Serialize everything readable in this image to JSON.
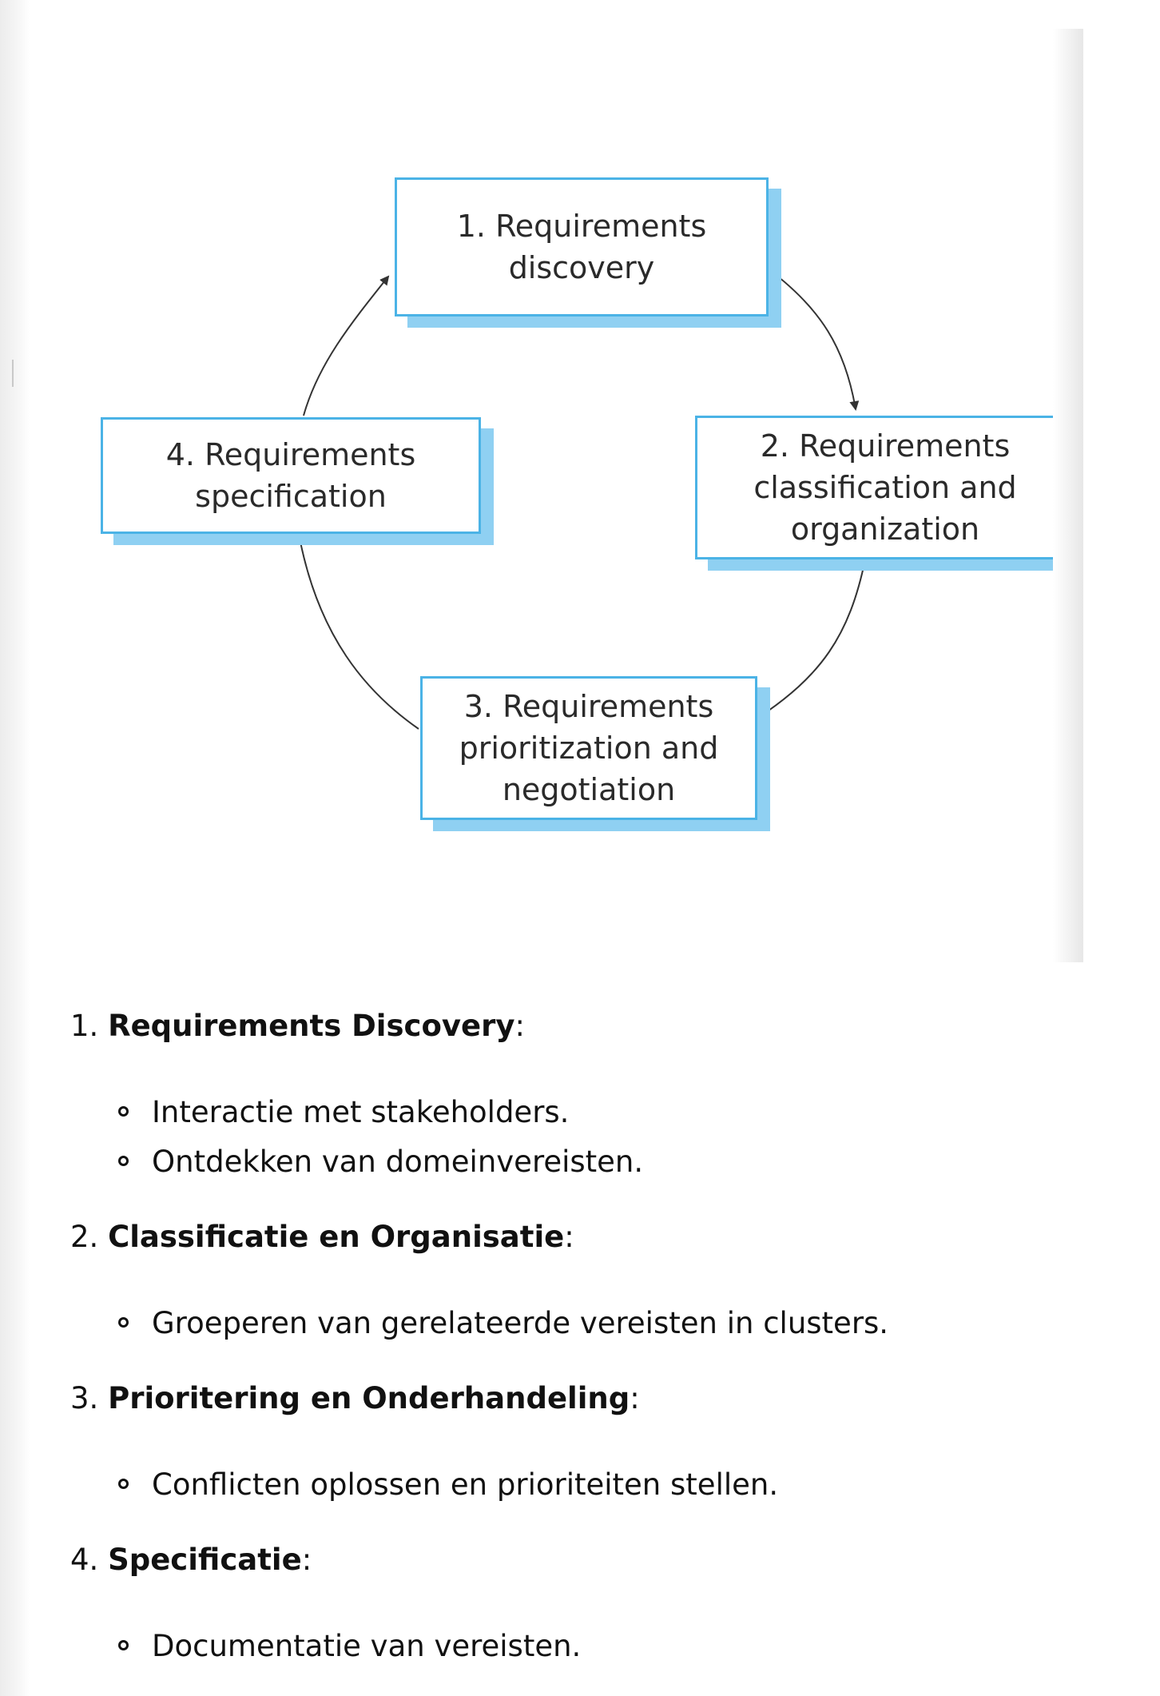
{
  "diagram": {
    "steps": [
      {
        "label": "1. Requirements\ndiscovery"
      },
      {
        "label": "2. Requirements\nclassification and\norganization"
      },
      {
        "label": "3. Requirements\nprioritization and\nnegotiation"
      },
      {
        "label": "4. Requirements\nspecification"
      }
    ],
    "colors": {
      "box_border": "#4bb3e6",
      "box_shadow": "#8fd0f2",
      "arrow": "#333333"
    }
  },
  "list": [
    {
      "number": "1.",
      "title": "Requirements Discovery",
      "suffix": ":",
      "points": [
        "Interactie met stakeholders.",
        "Ontdekken van domeinvereisten."
      ]
    },
    {
      "number": "2.",
      "title": "Classificatie en Organisatie",
      "suffix": ":",
      "points": [
        "Groeperen van gerelateerde vereisten in clusters."
      ]
    },
    {
      "number": "3.",
      "title": "Prioritering en Onderhandeling",
      "suffix": ":",
      "points": [
        "Conflicten oplossen en prioriteiten stellen."
      ]
    },
    {
      "number": "4.",
      "title": "Specificatie",
      "suffix": ":",
      "points": [
        "Documentatie van vereisten."
      ]
    }
  ]
}
